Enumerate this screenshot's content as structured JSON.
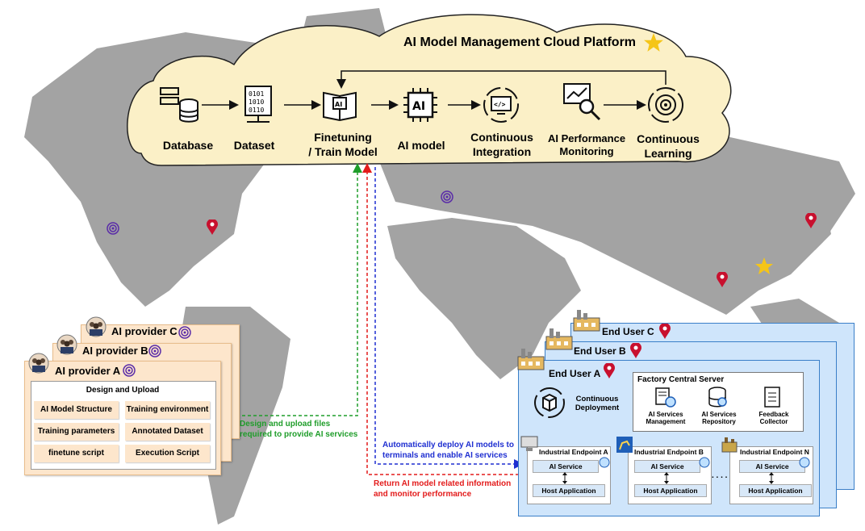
{
  "cloud": {
    "title": "AI Model Management Cloud Platform",
    "steps": [
      {
        "label": "Database",
        "icon": "database-icon"
      },
      {
        "label": "Dataset",
        "icon": "dataset-icon"
      },
      {
        "label": "Finetuning\n/ Train Model",
        "icon": "train-model-icon"
      },
      {
        "label": "AI model",
        "icon": "ai-chip-icon"
      },
      {
        "label": "Continuous\nIntegration",
        "icon": "integration-icon"
      },
      {
        "label": "AI Performance\nMonitoring",
        "icon": "monitoring-icon"
      },
      {
        "label": "Continuous\nLearning",
        "icon": "learning-icon"
      }
    ]
  },
  "flows": {
    "green": "Design and upload files\nrequired to provide AI services",
    "blue": "Automatically deploy AI models to\nterminals and enable AI services",
    "red": "Return AI model related information\nand monitor performance"
  },
  "providers": {
    "names": [
      "AI provider C",
      "AI provider B",
      "AI provider A"
    ],
    "panel_title": "Design and Upload",
    "items": [
      "AI Model Structure",
      "Training environment",
      "Training parameters",
      "Annotated Dataset",
      "finetune script",
      "Execution Script"
    ]
  },
  "end_users": {
    "names": [
      "End User C",
      "End User B",
      "End User A"
    ],
    "deployment": "Continuous\nDeployment",
    "factory": {
      "title": "Factory Central Server",
      "items": [
        "AI Services\nManagement",
        "AI Services\nRepository",
        "Feedback\nCollector"
      ]
    },
    "endpoints": [
      {
        "name": "Industrial Endpoint A",
        "service": "AI Service",
        "host": "Host Application"
      },
      {
        "name": "Industrial Endpoint B",
        "service": "AI Service",
        "host": "Host Application"
      },
      {
        "name": "Industrial Endpoint N",
        "service": "AI Service",
        "host": "Host Application"
      }
    ],
    "ellipsis": ". . . ."
  },
  "colors": {
    "map": "#a3a3a3",
    "cloud_fill": "#fbf0c7",
    "provider_fill": "#fde6cc",
    "user_fill": "#cfe5fb",
    "green": "#1f9d2a",
    "blue": "#1f2fd1",
    "red": "#e31b1b",
    "pin": "#c8102e",
    "target": "#5a2ca8",
    "star": "#f5c518"
  }
}
